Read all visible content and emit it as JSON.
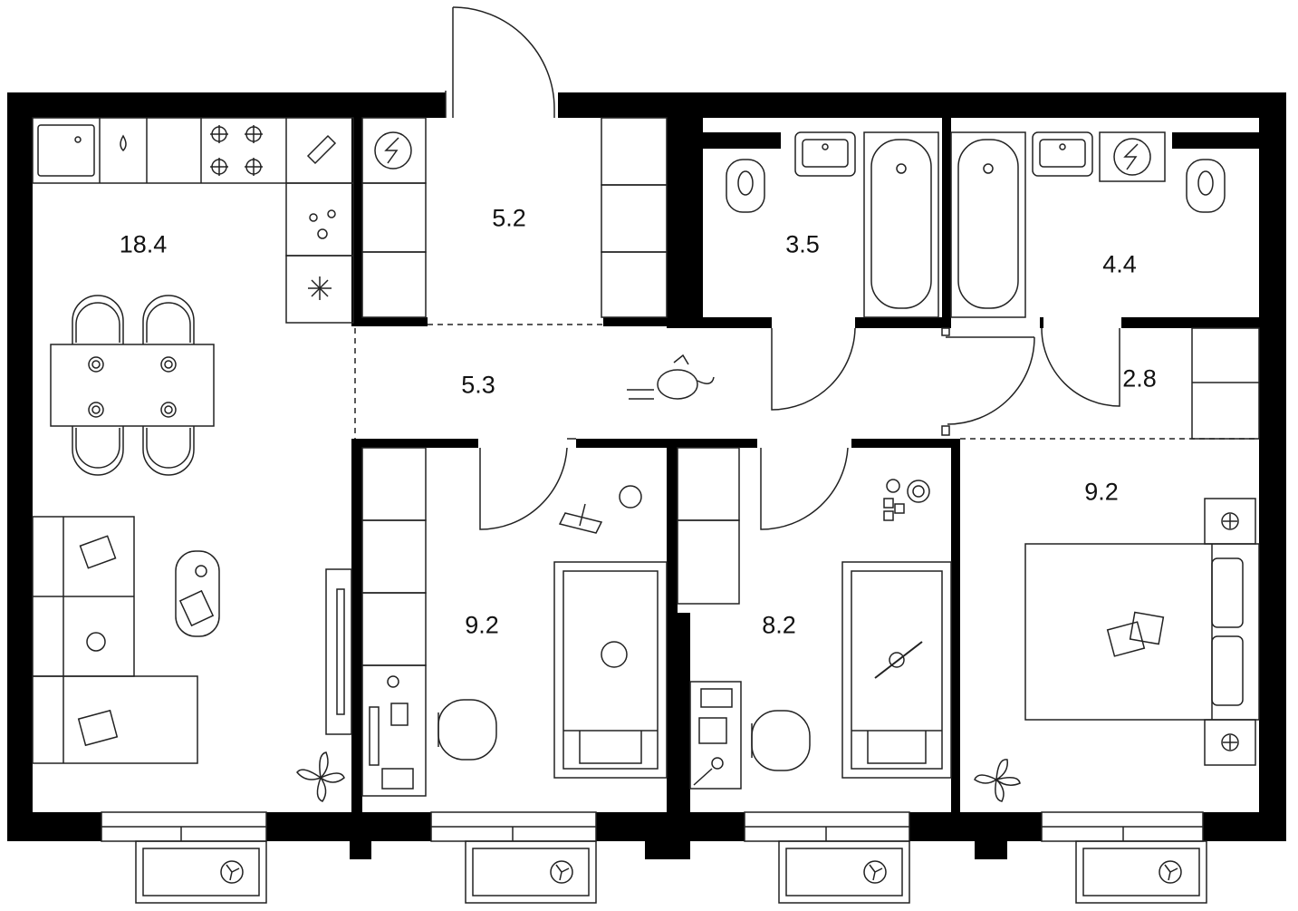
{
  "rooms": [
    {
      "id": "kitchen-living",
      "area": "18.4"
    },
    {
      "id": "hall-entry",
      "area": "5.2"
    },
    {
      "id": "bathroom-1",
      "area": "3.5"
    },
    {
      "id": "bathroom-2",
      "area": "4.4"
    },
    {
      "id": "corridor",
      "area": "5.3"
    },
    {
      "id": "storage",
      "area": "2.8"
    },
    {
      "id": "bedroom-1",
      "area": "9.2"
    },
    {
      "id": "bedroom-2",
      "area": "8.2"
    },
    {
      "id": "bedroom-3",
      "area": "9.2"
    }
  ],
  "colors": {
    "wall": "#000000",
    "line": "#222222",
    "background": "#ffffff"
  }
}
